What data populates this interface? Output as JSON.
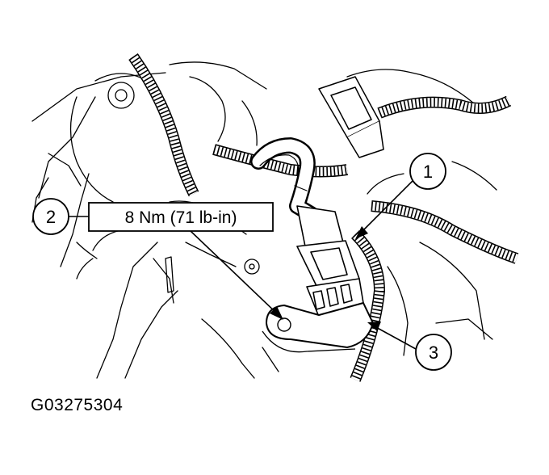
{
  "figure": {
    "id": "G03275304"
  },
  "callouts": [
    {
      "number": "1"
    },
    {
      "number": "2"
    },
    {
      "number": "3"
    }
  ],
  "torque_spec": {
    "text": "8 Nm (71 lb-in)"
  },
  "colors": {
    "line": "#000000",
    "background": "#ffffff"
  }
}
